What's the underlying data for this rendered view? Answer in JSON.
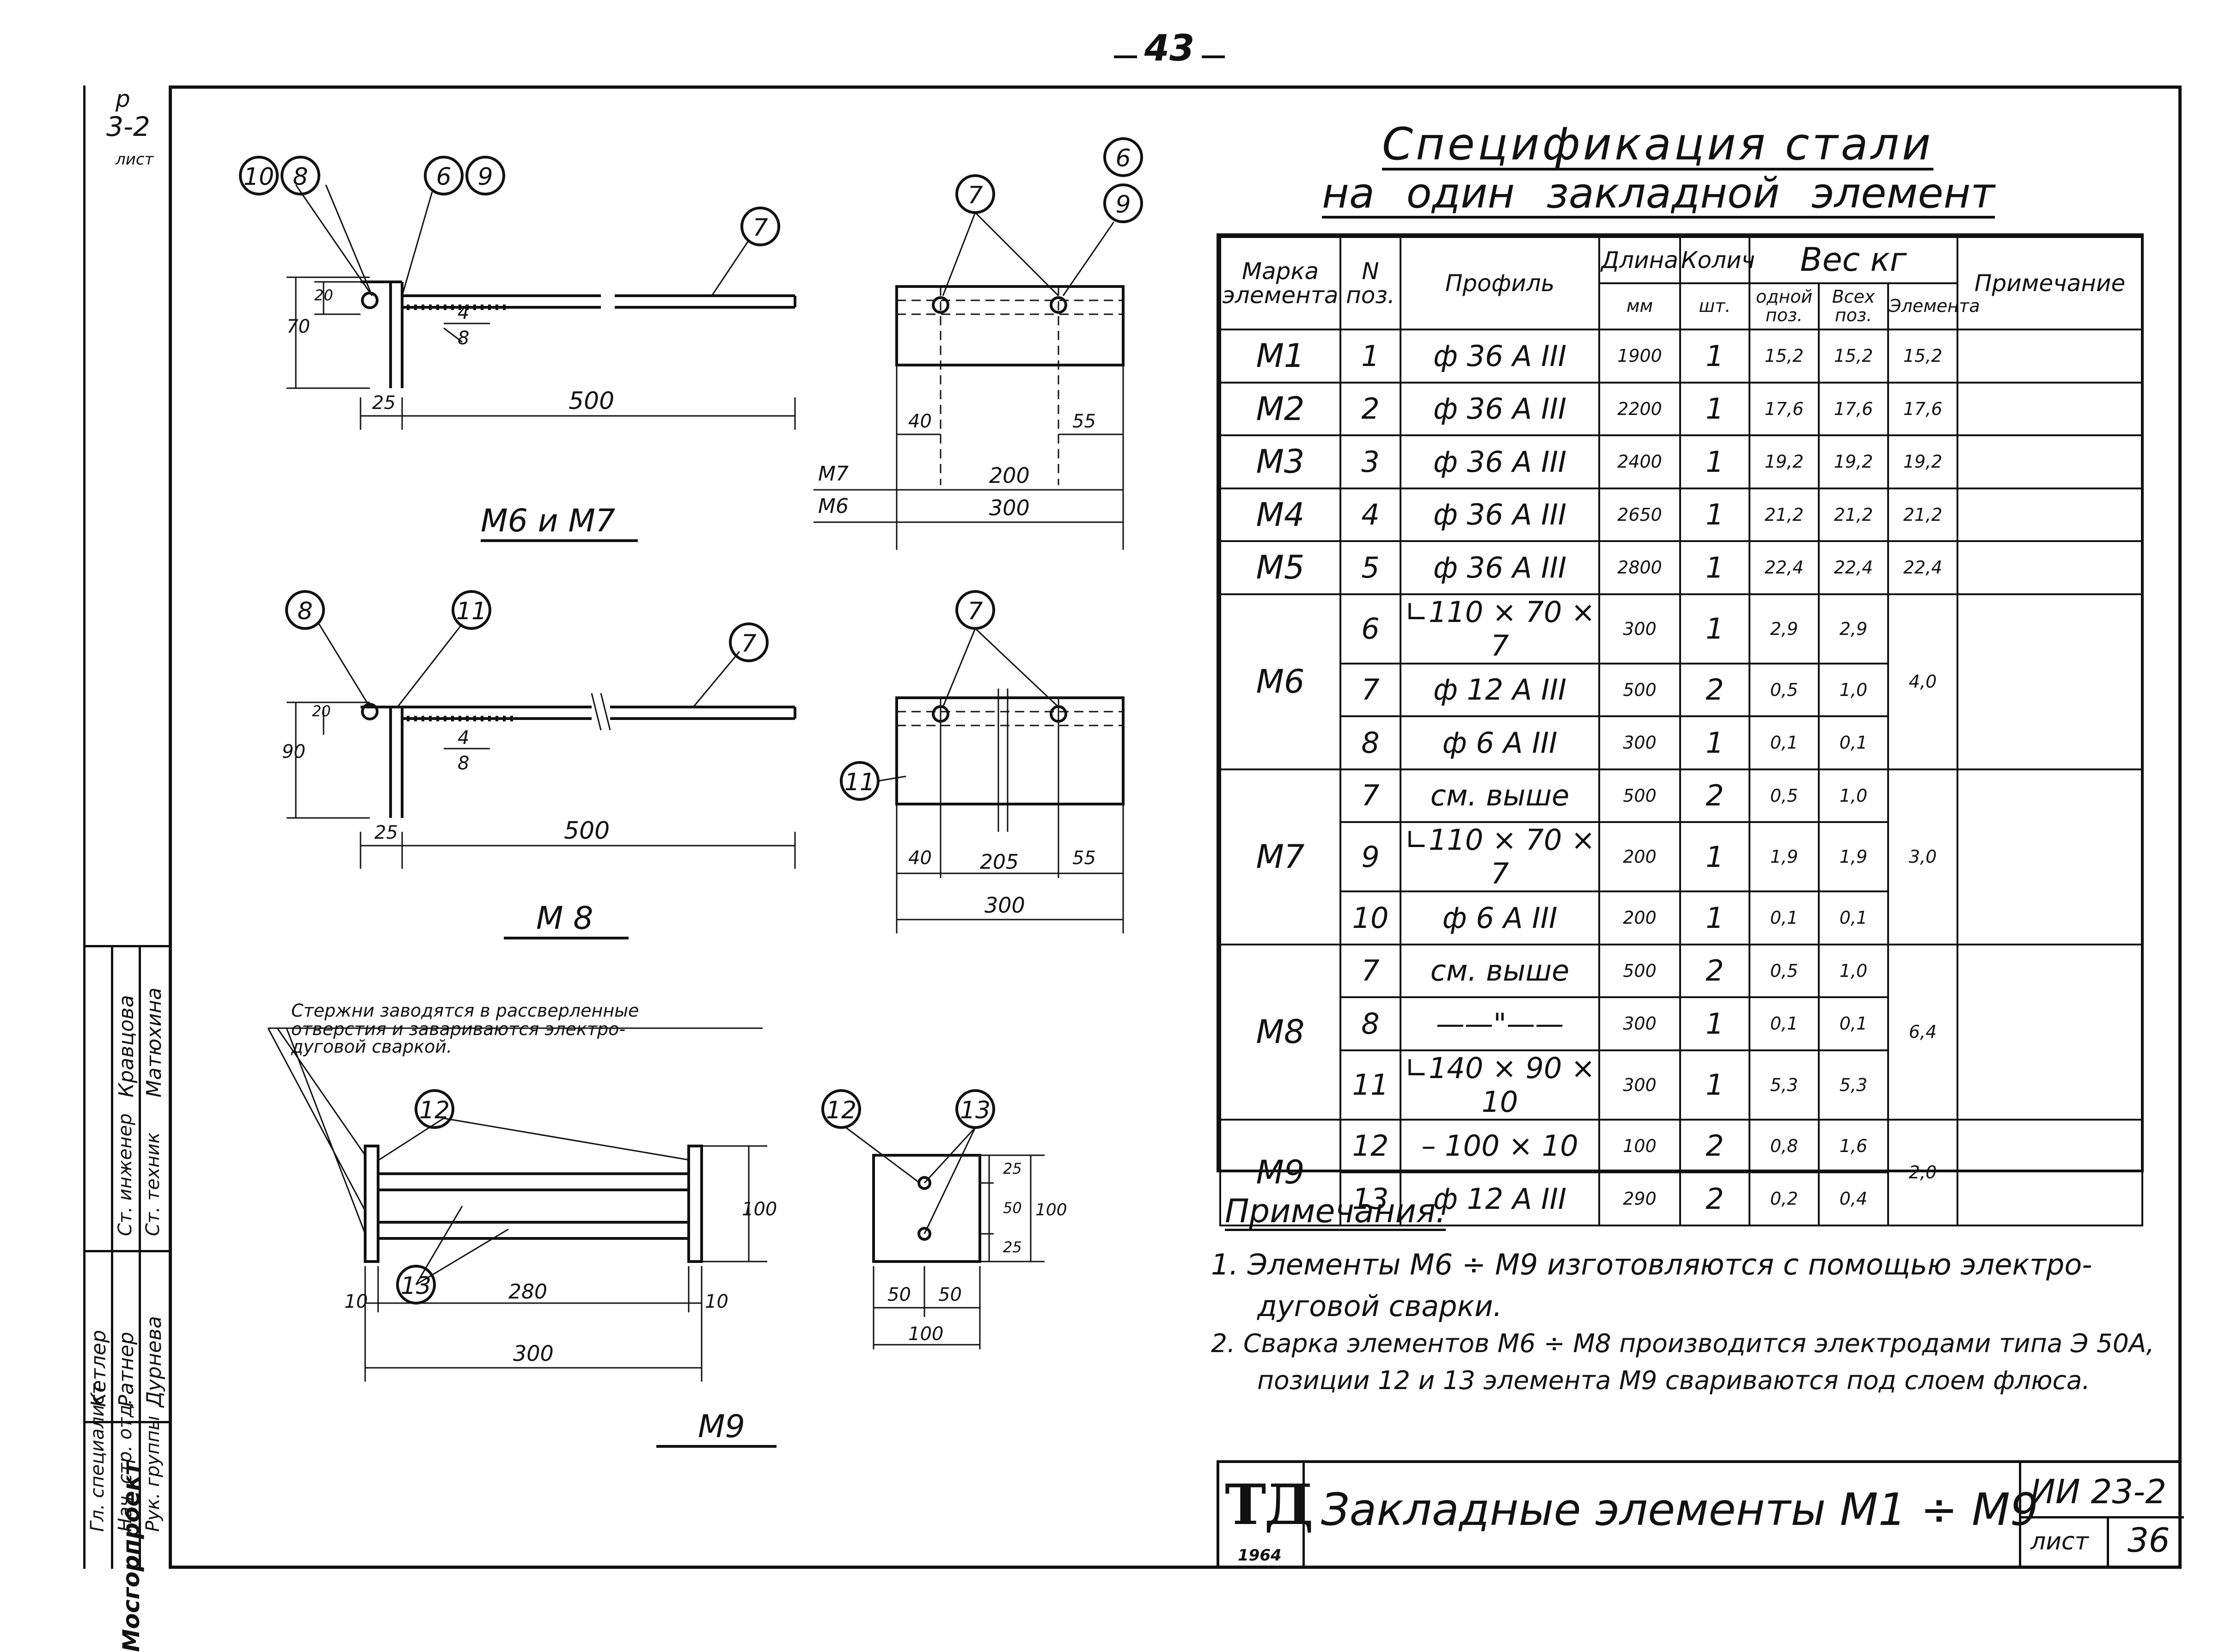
{
  "page_number": "43",
  "sidebar": {
    "corner_labels": [
      "р",
      "3-2",
      "лист"
    ],
    "rows": [
      {
        "role": "Гл. специалист",
        "name": "Кетлер"
      },
      {
        "role": "Нач. стр. отд.",
        "name": "Ратнер"
      },
      {
        "role": "Рук. группы",
        "name": "Дурнева"
      },
      {
        "role": "Ст. инженер",
        "name": "Кравцова"
      },
      {
        "role": "Ст. техник",
        "name": "Матюхина"
      }
    ],
    "organization": "Мосгорпроект"
  },
  "drawings": {
    "m6_m7": {
      "title": "М6 и М7",
      "callouts": [
        "10",
        "8",
        "6",
        "9",
        "7"
      ],
      "dims": {
        "h": "70",
        "h2": "20",
        "gap": "25",
        "len": "500",
        "weld_top": "4",
        "weld_bot": "8"
      }
    },
    "m6_m7_side": {
      "callouts": [
        "7",
        "6",
        "9"
      ],
      "dims": {
        "left": "40",
        "right": "55",
        "m7_label": "М7",
        "m7_len": "200",
        "m6_label": "М6",
        "m6_len": "300"
      }
    },
    "m8": {
      "title": "М 8",
      "callouts": [
        "8",
        "11",
        "7"
      ],
      "dims": {
        "h": "90",
        "h2": "20",
        "gap": "25",
        "len": "500",
        "weld_top": "4",
        "weld_bot": "8"
      }
    },
    "m8_side": {
      "callouts": [
        "7",
        "11"
      ],
      "dims": {
        "left": "40",
        "mid": "205",
        "right": "55",
        "total": "300"
      }
    },
    "m9": {
      "title": "М9",
      "note": [
        "Стержни заводятся в рассверленные",
        "отверстия и заваривают­ся электро-",
        "дуговой сваркой."
      ],
      "callouts": [
        "12",
        "13"
      ],
      "dims": {
        "h": "100",
        "left": "10",
        "mid": "280",
        "right": "10",
        "total": "300"
      }
    },
    "m9_side": {
      "callouts": [
        "12",
        "13"
      ],
      "dims": {
        "a": "25",
        "b": "50",
        "c": "25",
        "h": "100",
        "w1": "50",
        "w2": "50",
        "w": "100"
      }
    }
  },
  "spec": {
    "title_line1": "Спецификация стали",
    "title_line2": "на один закладной элемент",
    "headers": {
      "mark": "Марка элемента",
      "pos": "N поз.",
      "profile": "Профиль",
      "length": "Длина",
      "length_unit": "мм",
      "qty": "Колич",
      "qty_unit": "шт.",
      "weight": "Вес кг",
      "w_one": "одной поз.",
      "w_all": "Всех поз.",
      "w_elem": "Элемента",
      "note": "Примечание"
    },
    "groups": [
      {
        "mark": "М1",
        "element_weight": "15,2",
        "rows": [
          {
            "pos": "1",
            "profile": "ф 36 А III",
            "length": "1900",
            "qty": "1",
            "w_one": "15,2",
            "w_all": "15,2"
          }
        ]
      },
      {
        "mark": "М2",
        "element_weight": "17,6",
        "rows": [
          {
            "pos": "2",
            "profile": "ф 36 А III",
            "length": "2200",
            "qty": "1",
            "w_one": "17,6",
            "w_all": "17,6"
          }
        ]
      },
      {
        "mark": "М3",
        "element_weight": "19,2",
        "rows": [
          {
            "pos": "3",
            "profile": "ф 36 А III",
            "length": "2400",
            "qty": "1",
            "w_one": "19,2",
            "w_all": "19,2"
          }
        ]
      },
      {
        "mark": "М4",
        "element_weight": "21,2",
        "rows": [
          {
            "pos": "4",
            "profile": "ф 36 А III",
            "length": "2650",
            "qty": "1",
            "w_one": "21,2",
            "w_all": "21,2"
          }
        ]
      },
      {
        "mark": "М5",
        "element_weight": "22,4",
        "rows": [
          {
            "pos": "5",
            "profile": "ф 36 А III",
            "length": "2800",
            "qty": "1",
            "w_one": "22,4",
            "w_all": "22,4"
          }
        ]
      },
      {
        "mark": "М6",
        "element_weight": "4,0",
        "rows": [
          {
            "pos": "6",
            "profile": "∟110 × 70 × 7",
            "length": "300",
            "qty": "1",
            "w_one": "2,9",
            "w_all": "2,9"
          },
          {
            "pos": "7",
            "profile": "ф 12 А III",
            "length": "500",
            "qty": "2",
            "w_one": "0,5",
            "w_all": "1,0"
          },
          {
            "pos": "8",
            "profile": "ф 6 А III",
            "length": "300",
            "qty": "1",
            "w_one": "0,1",
            "w_all": "0,1"
          }
        ]
      },
      {
        "mark": "М7",
        "element_weight": "3,0",
        "rows": [
          {
            "pos": "7",
            "profile": "см. выше",
            "length": "500",
            "qty": "2",
            "w_one": "0,5",
            "w_all": "1,0"
          },
          {
            "pos": "9",
            "profile": "∟110 × 70 × 7",
            "length": "200",
            "qty": "1",
            "w_one": "1,9",
            "w_all": "1,9"
          },
          {
            "pos": "10",
            "profile": "ф 6 А III",
            "length": "200",
            "qty": "1",
            "w_one": "0,1",
            "w_all": "0,1"
          }
        ]
      },
      {
        "mark": "М8",
        "element_weight": "6,4",
        "rows": [
          {
            "pos": "7",
            "profile": "см. выше",
            "length": "500",
            "qty": "2",
            "w_one": "0,5",
            "w_all": "1,0"
          },
          {
            "pos": "8",
            "profile": "——\"——",
            "length": "300",
            "qty": "1",
            "w_one": "0,1",
            "w_all": "0,1"
          },
          {
            "pos": "11",
            "profile": "∟140 × 90 × 10",
            "length": "300",
            "qty": "1",
            "w_one": "5,3",
            "w_all": "5,3"
          }
        ]
      },
      {
        "mark": "М9",
        "element_weight": "2,0",
        "rows": [
          {
            "pos": "12",
            "profile": "– 100 × 10",
            "length": "100",
            "qty": "2",
            "w_one": "0,8",
            "w_all": "1,6"
          },
          {
            "pos": "13",
            "profile": "ф 12 А III",
            "length": "290",
            "qty": "2",
            "w_one": "0,2",
            "w_all": "0,4"
          }
        ]
      }
    ]
  },
  "notes": {
    "heading": "Примечания.",
    "items": [
      "1. Элементы М6 ÷ М9 изготовляются с помощью электро-",
      "дуговой сварки.",
      "2. Сварка элементов М6 ÷ М8 производится электродами типа Э 50А,",
      "позиции 12 и 13 элемента М9 свариваются под слоем флюса."
    ]
  },
  "title_block": {
    "logo": "ТД",
    "year": "1964",
    "title": "Закладные элементы М1 ÷ М9",
    "series": "ИИ 23-2",
    "sheet_label": "лист",
    "sheet_number": "36"
  }
}
